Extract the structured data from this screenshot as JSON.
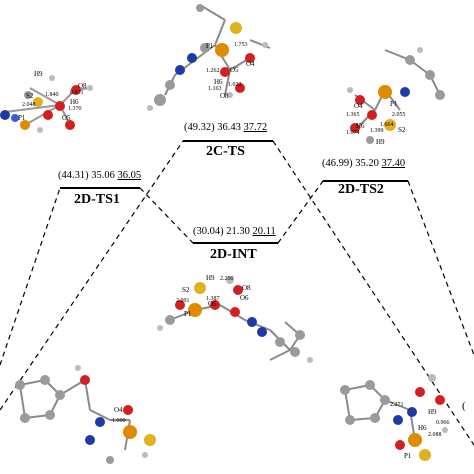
{
  "states": [
    {
      "id": "2D-TS1",
      "name": "2D-TS1",
      "e_paren": "44.31",
      "e_mid": "35.06",
      "e_under": "36.05"
    },
    {
      "id": "2C-TS",
      "name": "2C-TS",
      "e_paren": "49.32",
      "e_mid": "36.43",
      "e_under": "37.72"
    },
    {
      "id": "2D-INT",
      "name": "2D-INT",
      "e_paren": "30.04",
      "e_mid": "21.30",
      "e_under": "20.11"
    },
    {
      "id": "2D-TS2",
      "name": "2D-TS2",
      "e_paren": "46.99",
      "e_mid": "35.20",
      "e_under": "37.40"
    }
  ],
  "atom_labels": {
    "ts1": [
      "H9",
      "O8",
      "S2",
      "1.840",
      "2.048",
      "P1",
      "H6",
      "0.971",
      "1.370",
      "O5"
    ],
    "c_ts": [
      "P1",
      "O4",
      "1.753",
      "1.262",
      "O5",
      "H6",
      "1.022",
      "1.163",
      "O8"
    ],
    "ts2": [
      "P1",
      "2.055",
      "O4",
      "1.365",
      "H6",
      "1.074",
      "1.399",
      "H9",
      "1.664",
      "S2"
    ],
    "int": [
      "H9",
      "2.200",
      "S2",
      "2.091",
      "1.387",
      "O8",
      "O6",
      "O5",
      "P1"
    ],
    "bottom_left": [
      "O4",
      "1.600"
    ],
    "bottom_right": [
      "H9",
      "0.966",
      "2.088",
      "H6",
      "P1",
      "2.271"
    ]
  },
  "partial_label": "("
}
